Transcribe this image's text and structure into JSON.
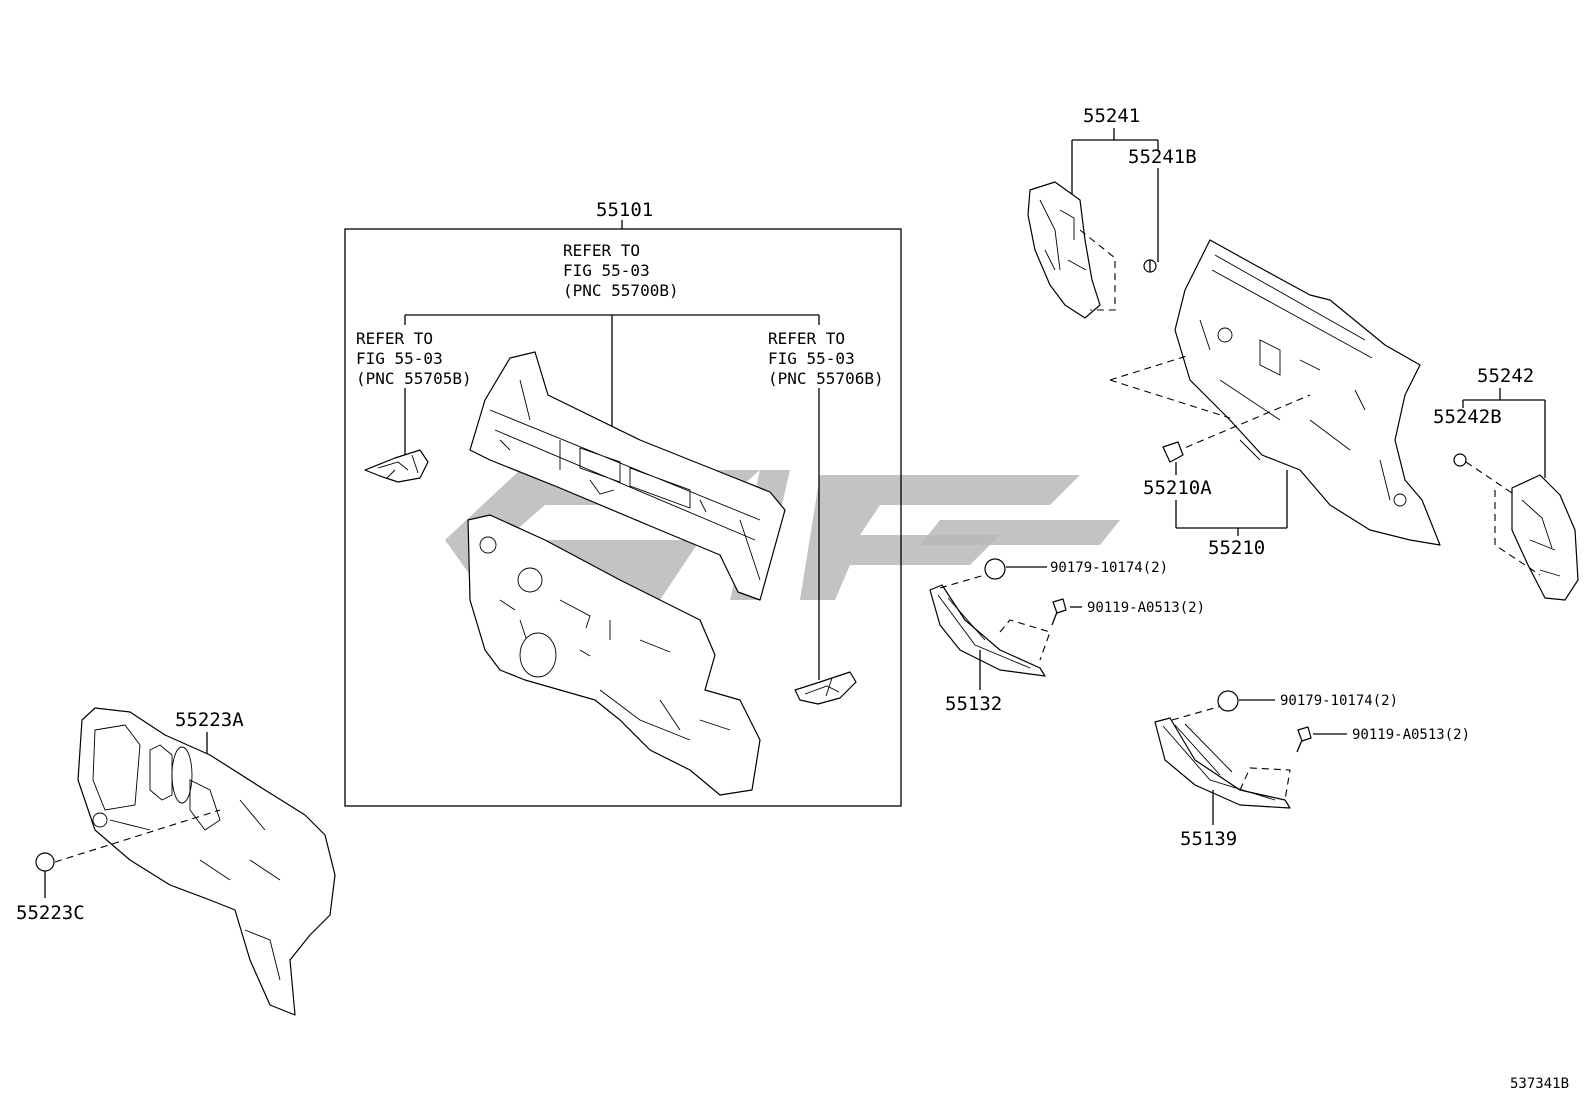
{
  "part_labels": {
    "p55101": "55101",
    "p55241": "55241",
    "p55241B": "55241B",
    "p55242": "55242",
    "p55242B": "55242B",
    "p55210A": "55210A",
    "p55210": "55210",
    "p55132": "55132",
    "p55139": "55139",
    "p55223A": "55223A",
    "p55223C": "55223C",
    "clip_a": "90179-10174(2)",
    "bolt_a": "90119-A0513(2)",
    "clip_b": "90179-10174(2)",
    "bolt_b": "90119-A0513(2)"
  },
  "references": {
    "center": [
      "REFER TO",
      "FIG 55-03",
      "(PNC 55700B)"
    ],
    "left": [
      "REFER TO",
      "FIG 55-03",
      "(PNC 55705B)"
    ],
    "right": [
      "REFER TO",
      "FIG 55-03",
      "(PNC 55706B)"
    ]
  },
  "figure_id": "537341B",
  "colors": {
    "line": "#000000",
    "watermark": "#b9b9b9",
    "background": "#ffffff"
  }
}
